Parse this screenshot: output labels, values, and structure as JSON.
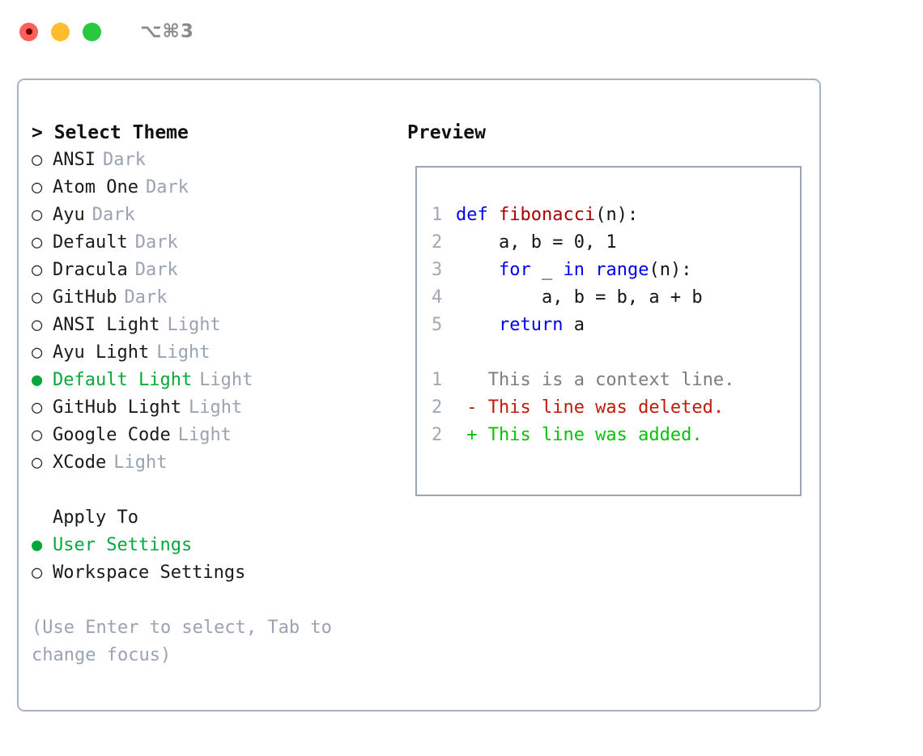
{
  "titlebar": {
    "shortcut": "⌥⌘3",
    "buttons": [
      {
        "name": "close",
        "color": "#ff6058"
      },
      {
        "name": "minimize",
        "color": "#ffbd2e"
      },
      {
        "name": "maximize",
        "color": "#28c840"
      }
    ]
  },
  "colors": {
    "accent_green": "#06a83c",
    "muted": "#9aa3b2",
    "border": "#a9b2c1",
    "preview_border": "#9aa5b5",
    "keyword_blue": "#0000ee",
    "function_red": "#a80000",
    "diff_delete": "#c21a09",
    "diff_add": "#0bbf0b"
  },
  "theme_section": {
    "header": "> Select Theme",
    "selected_marker": "●",
    "unselected_marker": "○",
    "items": [
      {
        "label": "ANSI",
        "badge": "Dark",
        "selected": false
      },
      {
        "label": "Atom One",
        "badge": "Dark",
        "selected": false
      },
      {
        "label": "Ayu",
        "badge": "Dark",
        "selected": false
      },
      {
        "label": "Default",
        "badge": "Dark",
        "selected": false
      },
      {
        "label": "Dracula",
        "badge": "Dark",
        "selected": false
      },
      {
        "label": "GitHub",
        "badge": "Dark",
        "selected": false
      },
      {
        "label": "ANSI Light",
        "badge": "Light",
        "selected": false
      },
      {
        "label": "Ayu Light",
        "badge": "Light",
        "selected": false
      },
      {
        "label": "Default Light",
        "badge": "Light",
        "selected": true
      },
      {
        "label": "GitHub Light",
        "badge": "Light",
        "selected": false
      },
      {
        "label": "Google Code",
        "badge": "Light",
        "selected": false
      },
      {
        "label": "XCode",
        "badge": "Light",
        "selected": false
      }
    ]
  },
  "apply_section": {
    "header": "Apply To",
    "items": [
      {
        "label": "User Settings",
        "selected": true
      },
      {
        "label": "Workspace Settings",
        "selected": false
      }
    ]
  },
  "hint": "(Use Enter to select, Tab to change focus)",
  "preview": {
    "title": "Preview",
    "code_lines": [
      {
        "no": "1",
        "tokens": [
          {
            "t": "def ",
            "c": "kw"
          },
          {
            "t": "fibonacci",
            "c": "fn"
          },
          {
            "t": "(n):",
            "c": "plain"
          }
        ]
      },
      {
        "no": "2",
        "tokens": [
          {
            "t": "    a, b = 0, 1",
            "c": "plain"
          }
        ]
      },
      {
        "no": "3",
        "tokens": [
          {
            "t": "    ",
            "c": "plain"
          },
          {
            "t": "for",
            "c": "kw"
          },
          {
            "t": " _ ",
            "c": "plain"
          },
          {
            "t": "in",
            "c": "kw"
          },
          {
            "t": " ",
            "c": "plain"
          },
          {
            "t": "range",
            "c": "kw"
          },
          {
            "t": "(n):",
            "c": "plain"
          }
        ]
      },
      {
        "no": "4",
        "tokens": [
          {
            "t": "        a, b = b, a + b",
            "c": "plain"
          }
        ]
      },
      {
        "no": "5",
        "tokens": [
          {
            "t": "    ",
            "c": "plain"
          },
          {
            "t": "return",
            "c": "kw"
          },
          {
            "t": " a",
            "c": "plain"
          }
        ]
      }
    ],
    "diff_lines": [
      {
        "no": "1",
        "sign": " ",
        "text": " This is a context line.",
        "kind": "ctx"
      },
      {
        "no": "2",
        "sign": "-",
        "text": " This line was deleted.",
        "kind": "del"
      },
      {
        "no": "2",
        "sign": "+",
        "text": " This line was added.",
        "kind": "add"
      }
    ]
  }
}
